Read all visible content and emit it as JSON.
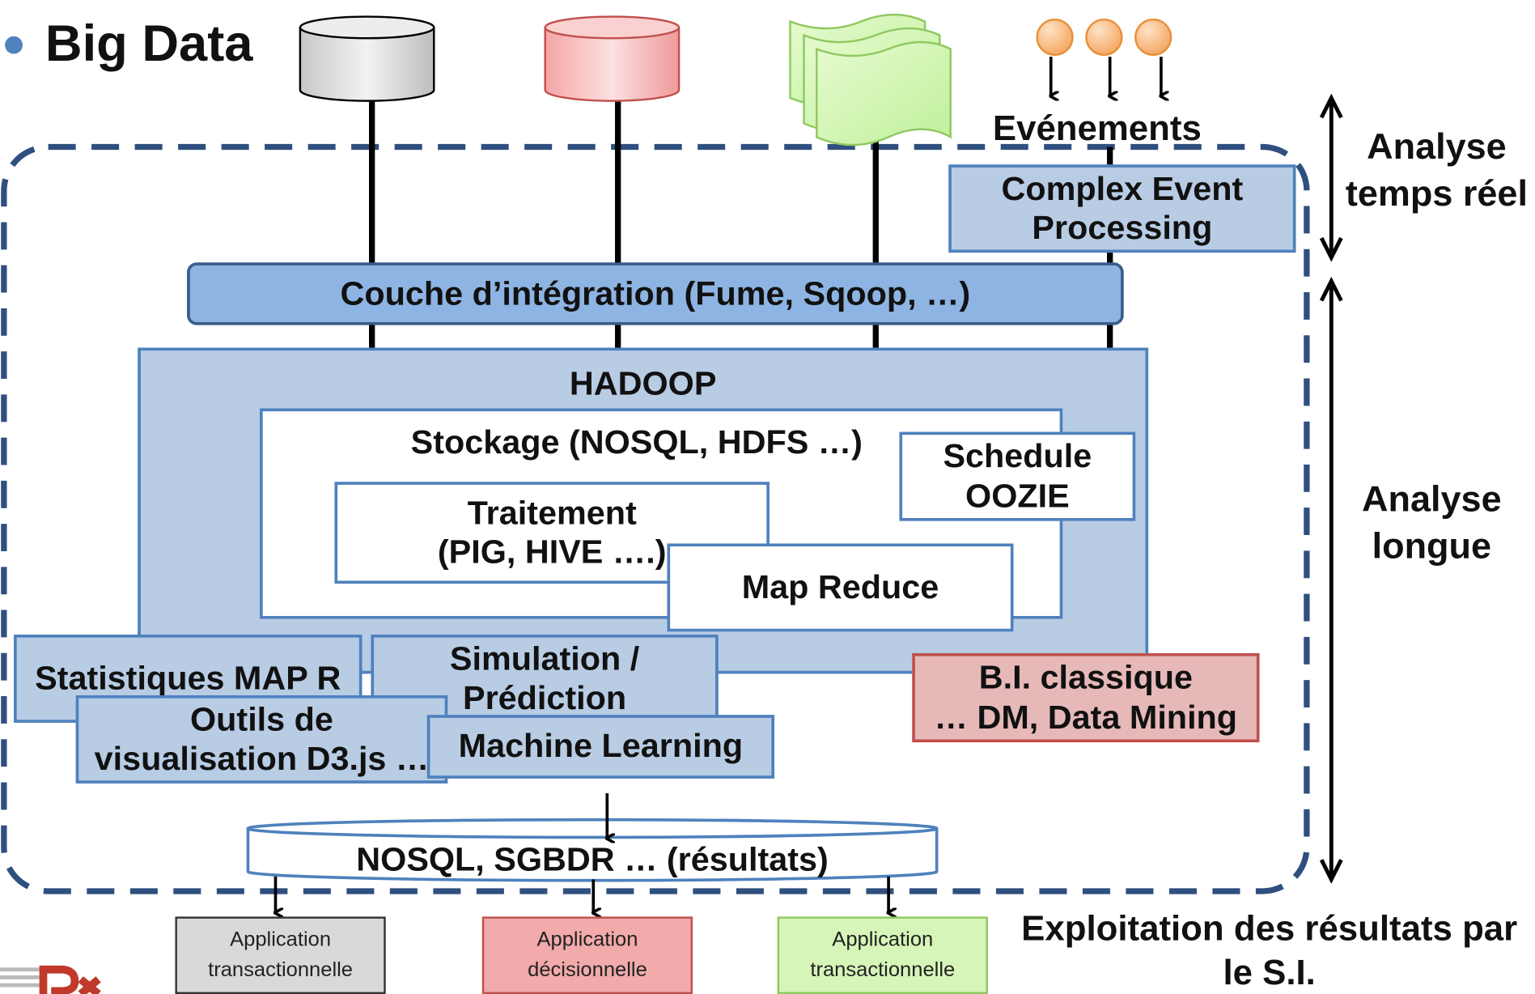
{
  "title": "Big Data",
  "sources": {
    "events_label": "Evénements"
  },
  "cep": {
    "line1": "Complex Event",
    "line2": "Processing"
  },
  "integration": {
    "label": "Couche d’intégration (Fume, Sqoop, …)"
  },
  "hadoop": {
    "label": "HADOOP",
    "storage": "Stockage (NOSQL, HDFS …)",
    "schedule": {
      "line1": "Schedule",
      "line2": "OOZIE"
    },
    "traitement": {
      "line1": "Traitement",
      "line2": "(PIG, HIVE ….)"
    },
    "mapreduce": "Map Reduce"
  },
  "tools": {
    "stats": "Statistiques MAP R",
    "simulation": {
      "line1": "Simulation /",
      "line2": "Prédiction"
    },
    "visualisation": {
      "line1": "Outils de",
      "line2": "visualisation D3.js …"
    },
    "ml": "Machine Learning",
    "bi": {
      "line1": "B.I. classique",
      "line2": "… DM, Data Mining"
    }
  },
  "results": {
    "label": "NOSQL, SGBDR … (résultats)"
  },
  "apps": [
    {
      "line1": "Application",
      "line2": "transactionnelle",
      "color": "#d9d9d9"
    },
    {
      "line1": "Application",
      "line2": "décisionnelle",
      "color": "#f2aaaa"
    },
    {
      "line1": "Application",
      "line2": "transactionnelle",
      "color": "#d6f5b8"
    }
  ],
  "side": {
    "realtime": {
      "line1": "Analyse",
      "line2": "temps réel"
    },
    "long": {
      "line1": "Analyse",
      "line2": "longue"
    },
    "exploit": {
      "line1": "Exploitation des résultats par",
      "line2": "le S.I."
    }
  },
  "colors": {
    "accent": "#4f81bd",
    "box_fill": "#b8cce4",
    "integration_fill": "#8db4e2",
    "bi_fill": "#e6b9b8",
    "bi_border": "#c0504d",
    "dash": "#2f4f7f"
  },
  "icons": [
    "gray-database-icon",
    "red-database-icon",
    "green-document-icon",
    "event-node-icon"
  ]
}
